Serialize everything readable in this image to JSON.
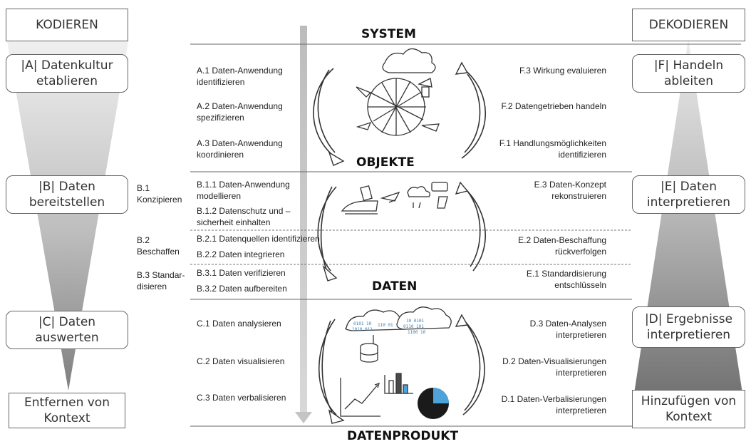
{
  "left": {
    "header": "KODIEREN",
    "footer": "Entfernen von\nKontext",
    "phases": [
      {
        "label": "|A| Datenkultur\netablieren"
      },
      {
        "label": "|B| Daten\nbereitstellen"
      },
      {
        "label": "|C| Daten\nauswerten"
      }
    ]
  },
  "right": {
    "header": "DEKODIEREN",
    "footer": "Hinzufügen von\nKontext",
    "phases": [
      {
        "label": "|F| Handeln\nableiten"
      },
      {
        "label": "|E| Daten\ninterpretieren"
      },
      {
        "label": "|D| Ergebnisse\ninterpretieren"
      }
    ]
  },
  "levels": {
    "system": "SYSTEM",
    "objekte": "OBJEKTE",
    "daten": "DATEN",
    "datenprodukt": "DATENPRODUKT"
  },
  "b_subphases": {
    "b1": "B.1\nKonzipieren",
    "b2": "B.2\nBeschaffen",
    "b3": "B.3 Standar-\ndisieren"
  },
  "left_items": {
    "a1": "A.1 Daten-Anwendung\nidentifizieren",
    "a2": "A.2 Daten-Anwendung\nspezifizieren",
    "a3": "A.3 Daten-Anwendung\nkoordinieren",
    "b11": "B.1.1 Daten-Anwendung\nmodellieren",
    "b12": "B.1.2 Datenschutz und –\nsicherheit einhalten",
    "b21": "B.2.1 Datenquellen identifizieren",
    "b22": "B.2.2 Daten integrieren",
    "b31": "B.3.1 Daten verifizieren",
    "b32": "B.3.2 Daten aufbereiten",
    "c1": "C.1 Daten analysieren",
    "c2": "C.2 Daten visualisieren",
    "c3": "C.3 Daten verbalisieren"
  },
  "right_items": {
    "f3": "F.3 Wirkung evaluieren",
    "f2": "F.2 Datengetrieben handeln",
    "f1": "F.1 Handlungsmöglichkeiten\nidentifizieren",
    "e3": "E.3 Daten-Konzept\nrekonstruieren",
    "e2": "E.2 Daten-Beschaffung\nrückverfolgen",
    "e1": "E.1 Standardisierung\nentschlüsseln",
    "d3": "D.3 Daten-Analysen\ninterpretieren",
    "d2": "D.2 Daten-Visualisierungen\ninterpretieren",
    "d1": "D.1 Daten-Verbalisierungen\ninterpretieren"
  },
  "colors": {
    "funnel_top": "#eeeeee",
    "funnel_bottom": "#8a8a8a",
    "right_dark": "#7a7a7a",
    "right_light": "#e6e6e6",
    "center_arrow": "#c8c8c8",
    "pie_accent": "#4da3d9"
  },
  "icons": [
    "system-sketch-icon",
    "objects-sketch-icon",
    "data-cloud-sketch-icon",
    "line-chart-icon",
    "bar-chart-icon",
    "pie-chart-icon"
  ]
}
